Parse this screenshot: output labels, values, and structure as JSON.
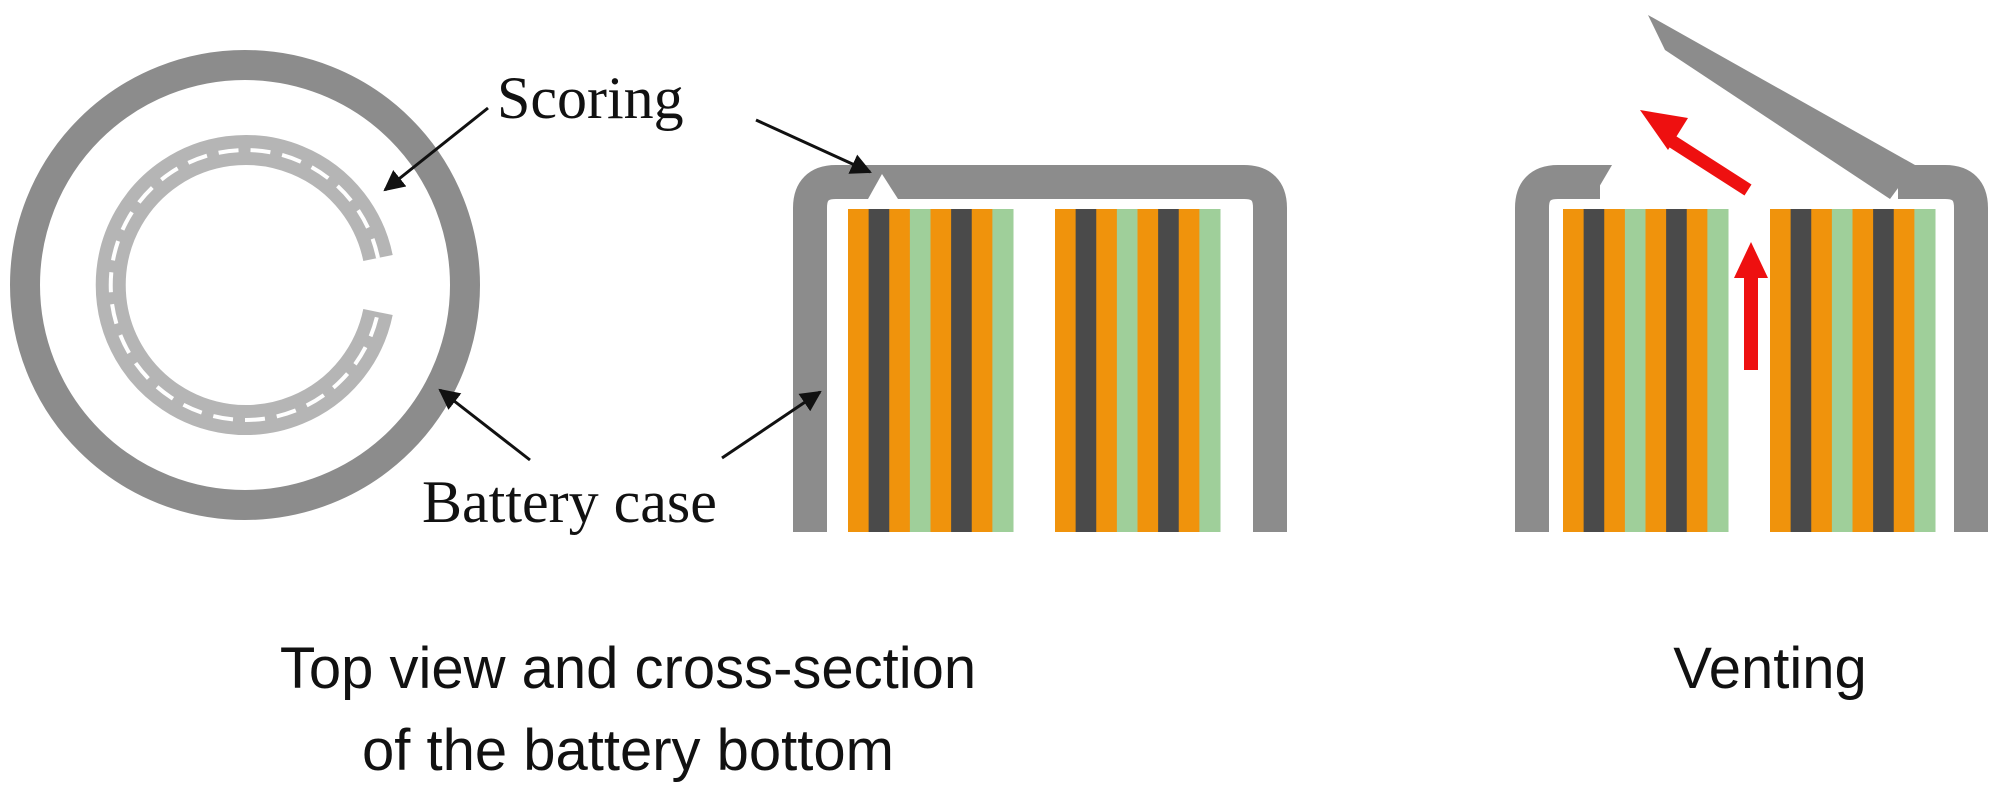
{
  "labels": {
    "scoring": "Scoring",
    "battery_case": "Battery case"
  },
  "captions": {
    "left_line1": "Top view and cross-section",
    "left_line2": "of the battery bottom",
    "right": "Venting"
  },
  "colors": {
    "case": "#8c8c8c",
    "scoring_ring": "#b5b5b5",
    "orange_layer": "#f0930c",
    "dark_layer": "#4a4a4a",
    "green_layer": "#9fcf9a",
    "vent_arrow": "#ee1010",
    "pointer_arrow": "#111111"
  },
  "layer_pattern": [
    "orange",
    "dark",
    "orange",
    "green",
    "orange",
    "dark",
    "orange",
    "green"
  ]
}
